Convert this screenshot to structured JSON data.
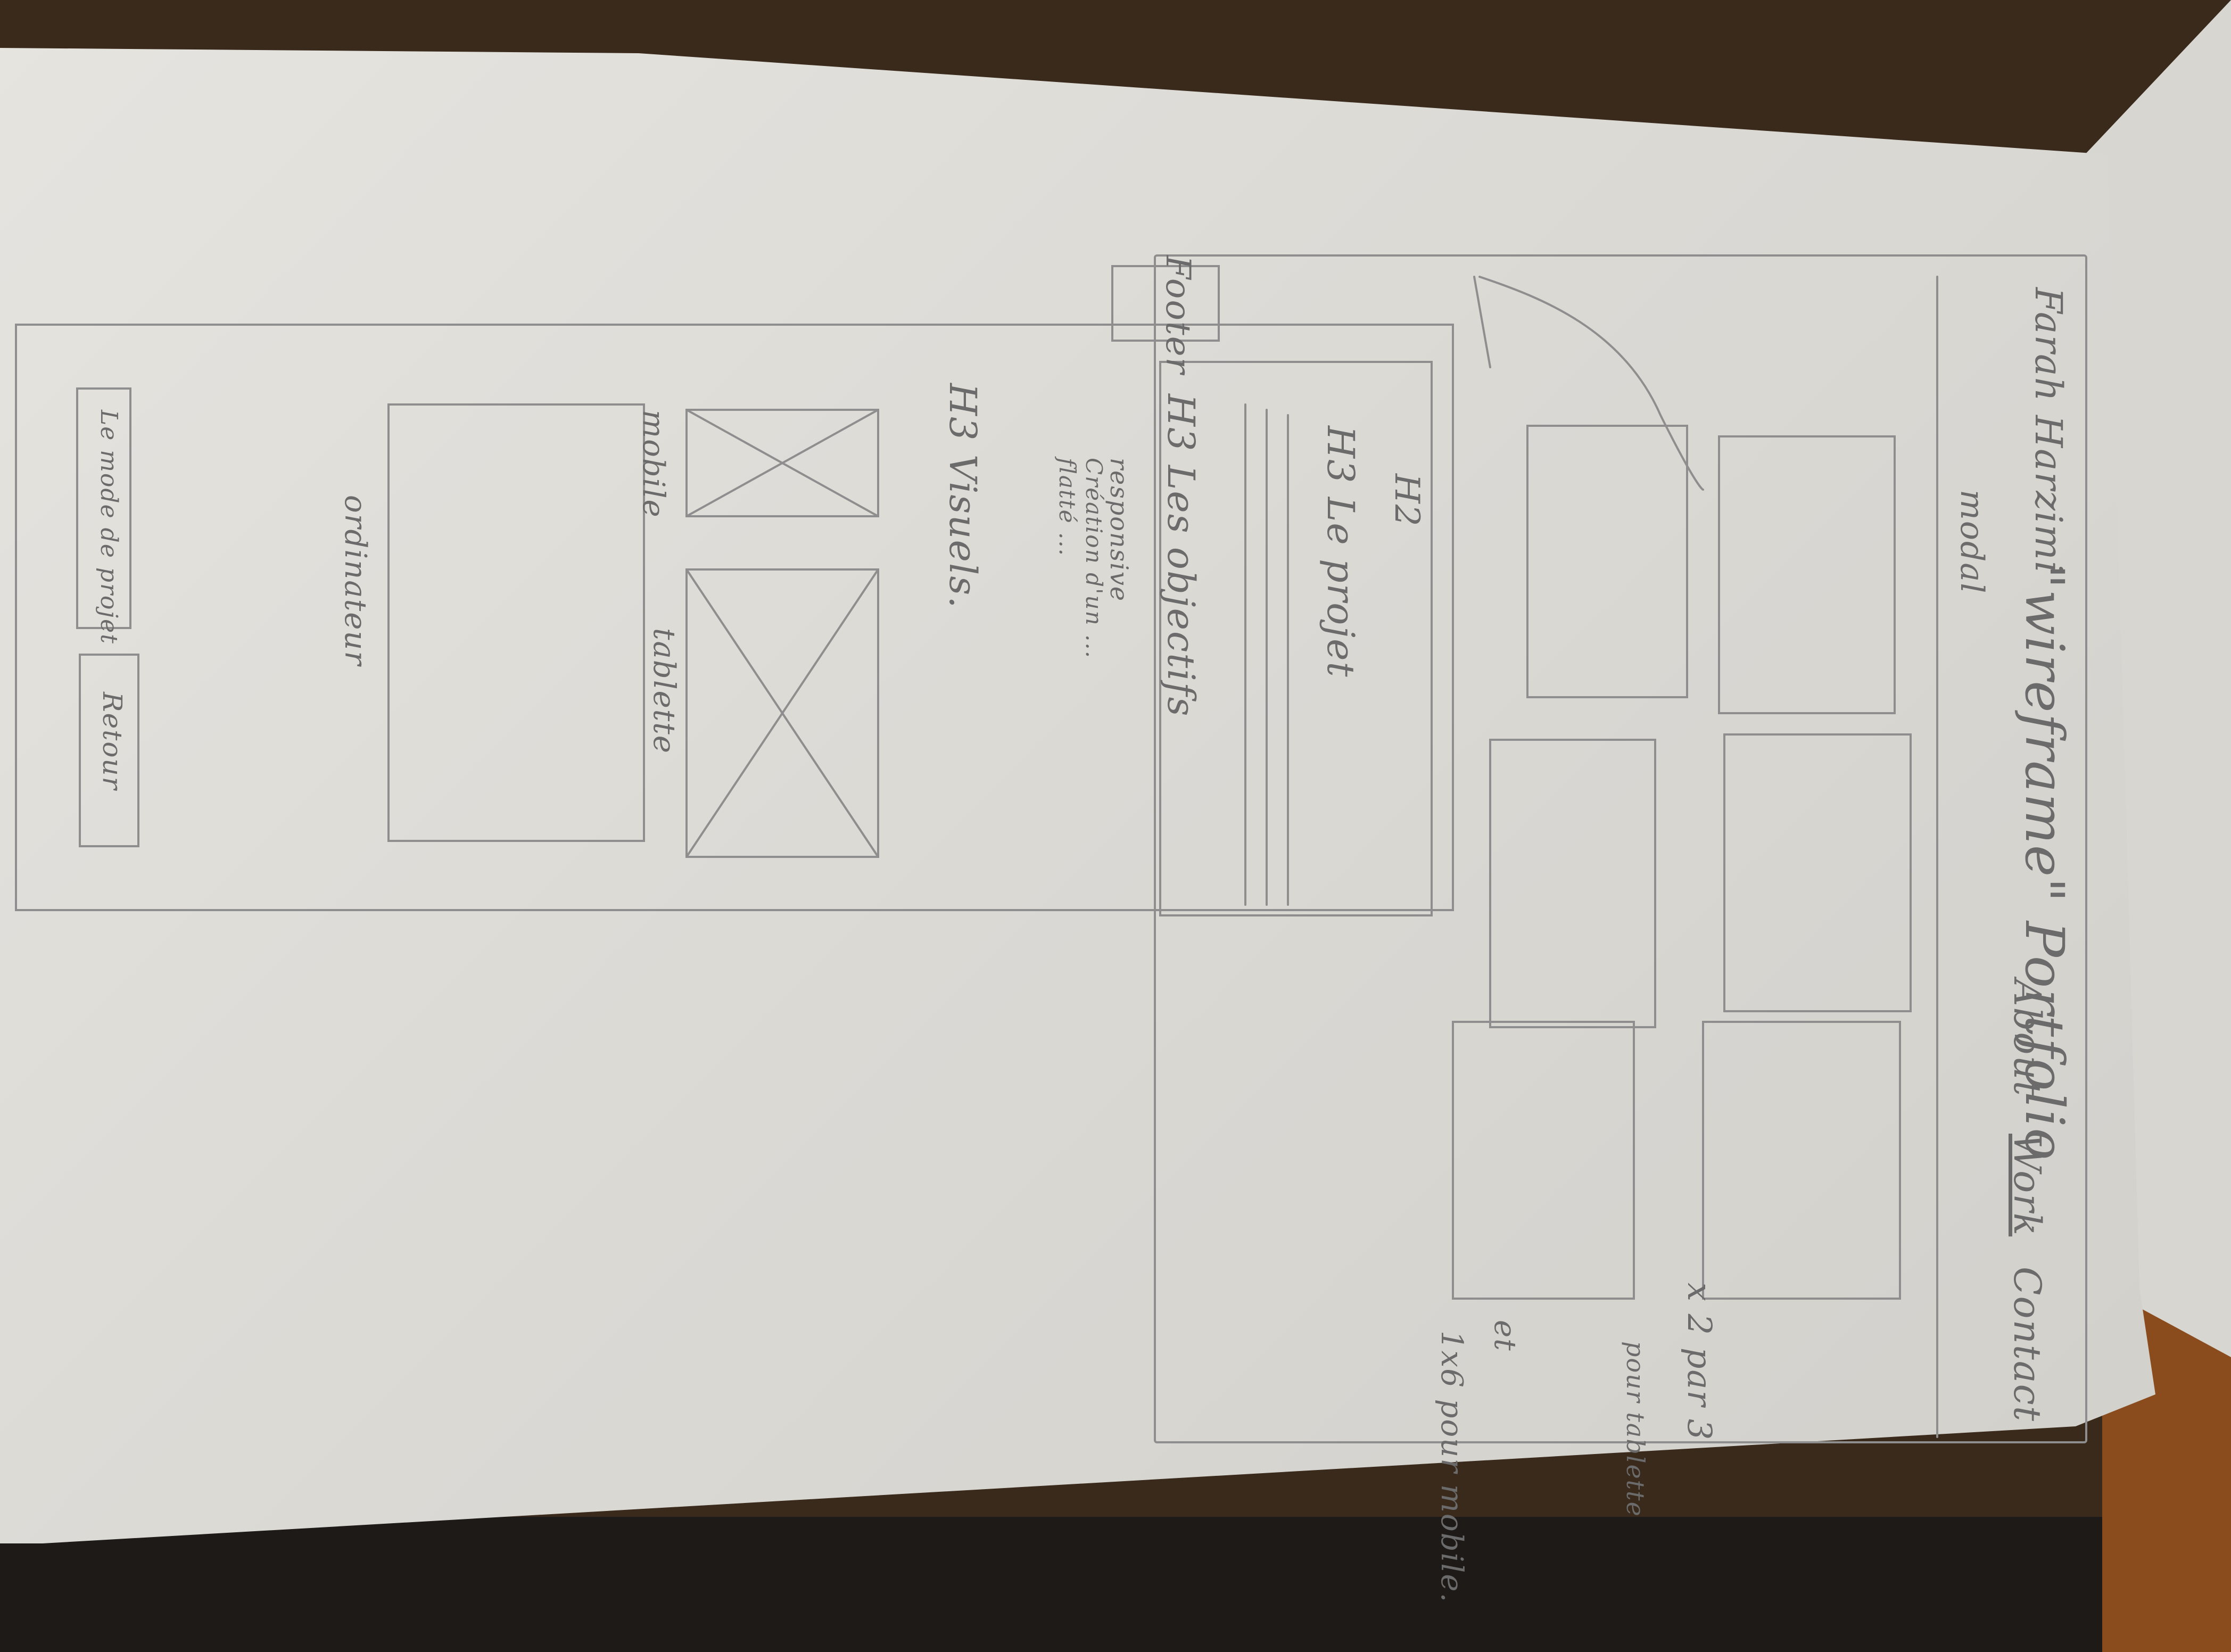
{
  "sheet": {
    "title": "\"wireframe\" Portfolio",
    "homepage": {
      "logo": "Farah Harzimi",
      "nav": [
        "About",
        "Work",
        "Contact"
      ],
      "modal_label": "modal",
      "grid_note_1": "x 2 par 3",
      "grid_note_2": "pour tablette",
      "grid_note_3": "et",
      "grid_note_4": "1x6 pour mobile."
    },
    "modal": {
      "h2": "H2",
      "section_1": "H3 Le projet",
      "section_2": "H3 Les objectifs",
      "objectives": [
        "responsive",
        "Création d'un ...",
        "flatté ..."
      ],
      "section_3": "H3 Visuels.",
      "visual_labels": [
        "mobile",
        "tablette",
        "ordinateur"
      ],
      "button_1": "Le mode de projet",
      "button_2": "Retour",
      "footer_label": "Footer"
    }
  },
  "colors": {
    "paper": "#dedcd7",
    "pencil": "#7a7a7a",
    "wood": "#8a4b1d",
    "desk": "#1d1a18"
  }
}
